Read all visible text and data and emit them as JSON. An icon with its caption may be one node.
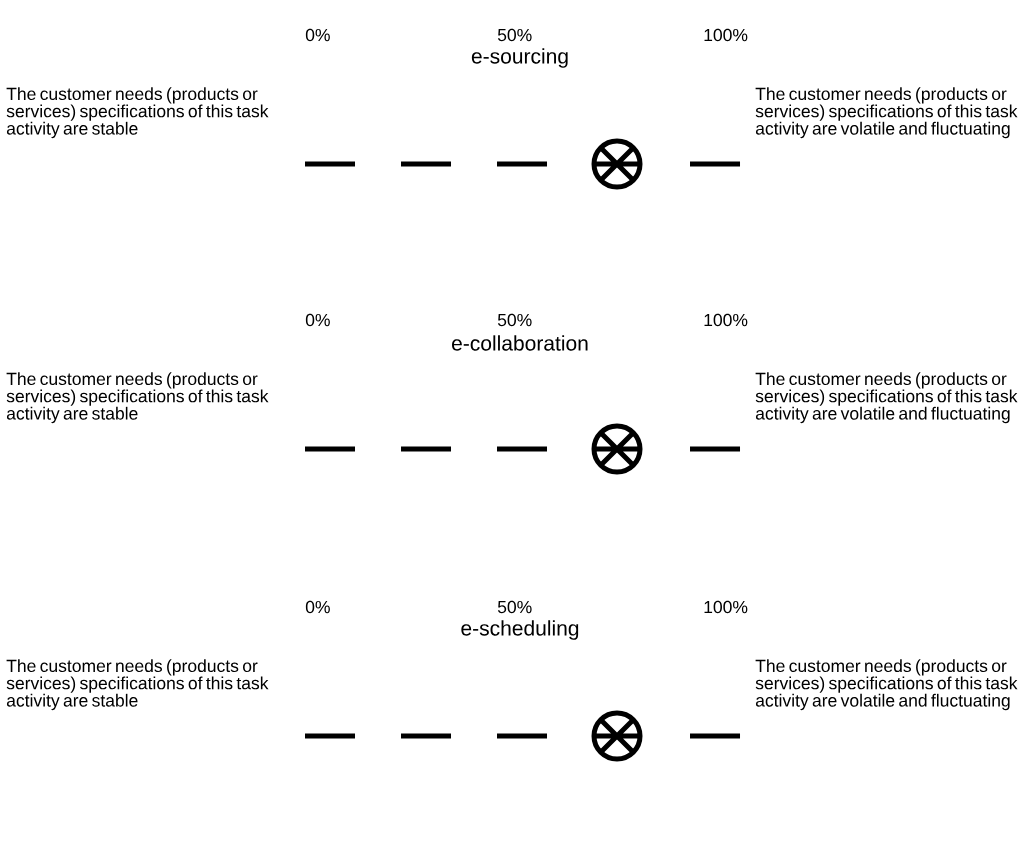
{
  "diagram": {
    "labels": [
      "0%",
      "50%",
      "100%",
      "The customer needs (products or services) specifications of this task activity are stable",
      "e-sourcing",
      "The customer needs (products or services) specifications of this task activity are volatile and fluctuating",
      "0%",
      "50%",
      "100%",
      "The customer needs (products or services) specifications of this task activity are stable",
      "e-collaboration",
      "The customer needs (products or services) specifications of this task activity are volatile and fluctuating",
      "0%",
      "50%",
      "100%",
      "The customer needs (products or services) specifications of this task activity are stable",
      "e-scheduling",
      "The customer needs (products or services) specifications of this task activity are volatile and fluctuating"
    ]
  }
}
